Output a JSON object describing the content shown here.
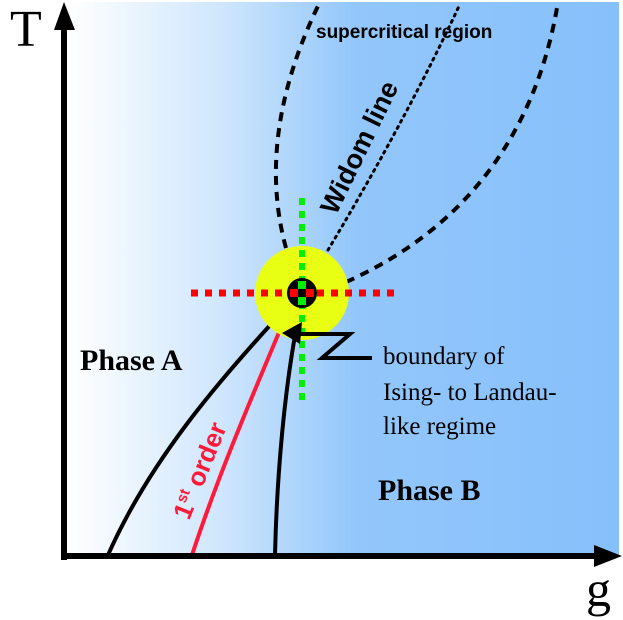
{
  "axes": {
    "x_label": "g",
    "y_label": "T"
  },
  "regions": {
    "phase_a": "Phase A",
    "phase_b": "Phase B",
    "supercritical": "supercritical region"
  },
  "lines": {
    "widom": "Widom line",
    "first_order_num": "1",
    "first_order_sup": "st",
    "first_order_word": " order"
  },
  "annotation": {
    "line1": "boundary of",
    "line2": "Ising- to Landau-",
    "line3": "like regime"
  },
  "colors": {
    "background_left": "#ffffff",
    "background_right": "#86c0fb",
    "first_order_line": "#ff1a3a",
    "critical_halo": "#e8ff14",
    "green_dots": "#00ee00",
    "red_dots": "#ff0000",
    "axis": "#000000"
  }
}
